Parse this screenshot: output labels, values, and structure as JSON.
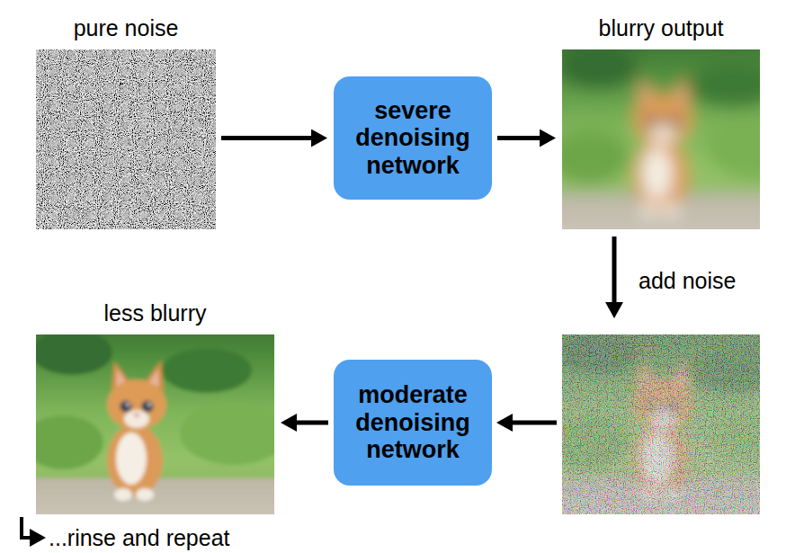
{
  "diagram": {
    "nodes": [
      {
        "text": [
          "pure noise"
        ]
      },
      {
        "text": [
          "severe denoising network"
        ]
      },
      {
        "text": [
          "blurry output"
        ]
      },
      {
        "text": [
          "less blurry"
        ]
      },
      {
        "text": [
          "moderate denoising network"
        ]
      }
    ],
    "edges": [
      {
        "from": 0,
        "to": 1,
        "arrow": "to"
      },
      {
        "from": 1,
        "to": 2,
        "arrow": "to"
      },
      {
        "from": 4,
        "to": 3,
        "arrow": "to"
      }
    ],
    "labels": [
      "add noise",
      "...rinse and repeat"
    ]
  }
}
